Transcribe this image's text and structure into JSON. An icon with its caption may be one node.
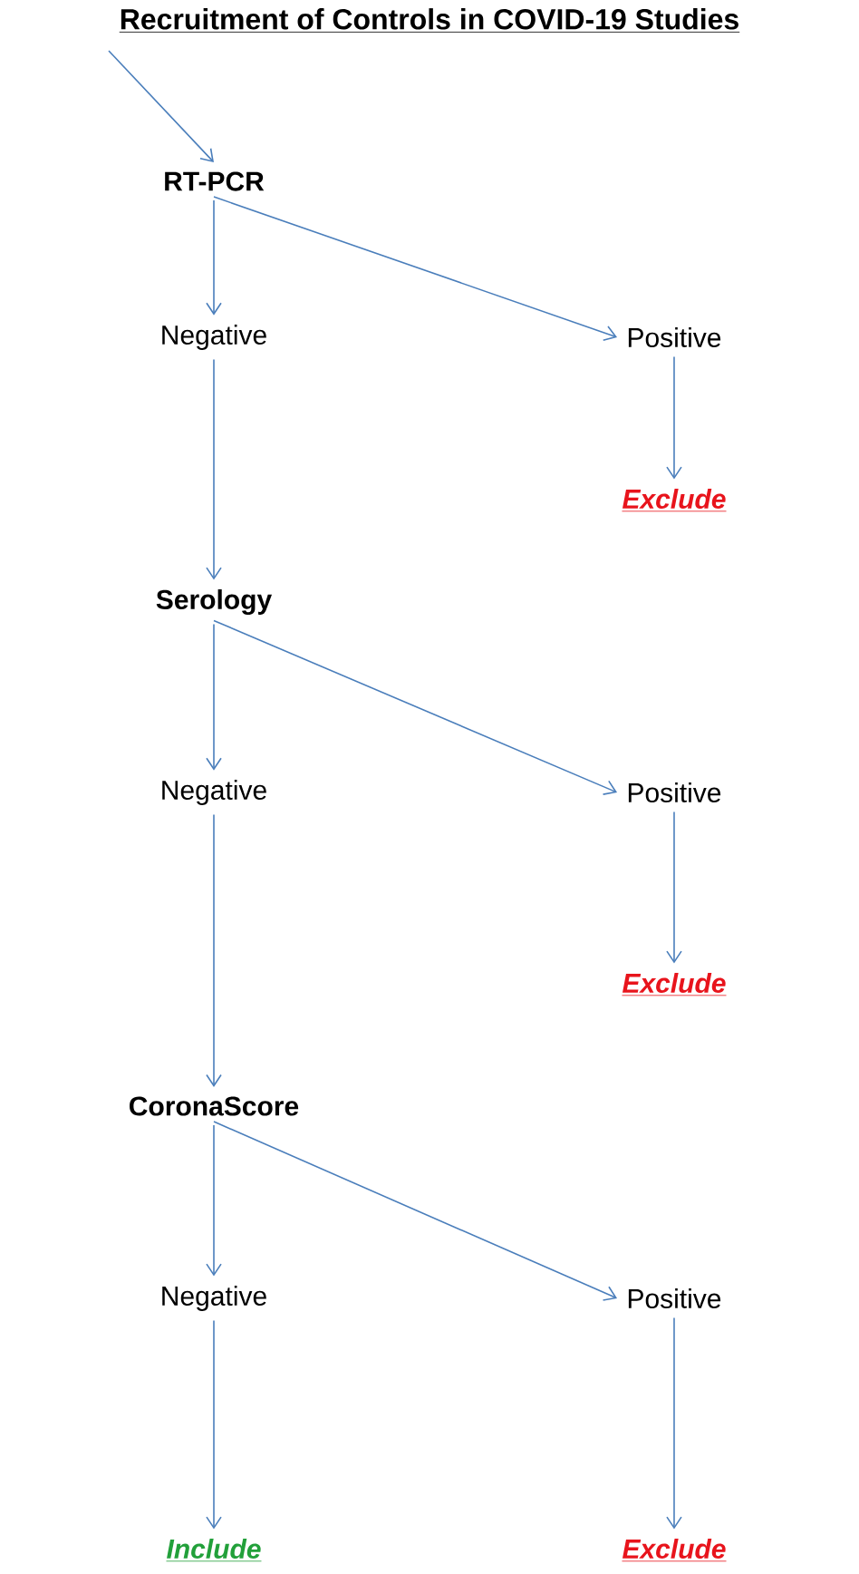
{
  "diagram": {
    "title": "Recruitment of Controls in COVID-19 Studies",
    "nodes": [
      {
        "text": [
          "RT-PCR"
        ]
      },
      {
        "text": [
          "Negative"
        ]
      },
      {
        "text": [
          "Positive"
        ]
      },
      {
        "text": [
          "Exclude"
        ]
      },
      {
        "text": [
          "Serology"
        ]
      },
      {
        "text": [
          "Negative"
        ]
      },
      {
        "text": [
          "Positive"
        ]
      },
      {
        "text": [
          "Exclude"
        ]
      },
      {
        "text": [
          "CoronaScore"
        ]
      },
      {
        "text": [
          "Negative"
        ]
      },
      {
        "text": [
          "Positive"
        ]
      },
      {
        "text": [
          "Exclude"
        ]
      },
      {
        "text": [
          "Include"
        ]
      }
    ],
    "edges": [
      {
        "from": null,
        "to": 0,
        "arrow": "to"
      },
      {
        "from": 0,
        "to": 1,
        "arrow": "to"
      },
      {
        "from": 0,
        "to": 2,
        "arrow": "to"
      },
      {
        "from": 2,
        "to": 3,
        "arrow": "to"
      },
      {
        "from": 1,
        "to": 4,
        "arrow": "to"
      },
      {
        "from": 4,
        "to": 5,
        "arrow": "to"
      },
      {
        "from": 4,
        "to": 6,
        "arrow": "to"
      },
      {
        "from": 6,
        "to": 7,
        "arrow": "to"
      },
      {
        "from": 5,
        "to": 8,
        "arrow": "to"
      },
      {
        "from": 8,
        "to": 9,
        "arrow": "to"
      },
      {
        "from": 8,
        "to": 10,
        "arrow": "to"
      },
      {
        "from": 10,
        "to": 11,
        "arrow": "to"
      },
      {
        "from": 9,
        "to": 12,
        "arrow": "to"
      }
    ]
  }
}
